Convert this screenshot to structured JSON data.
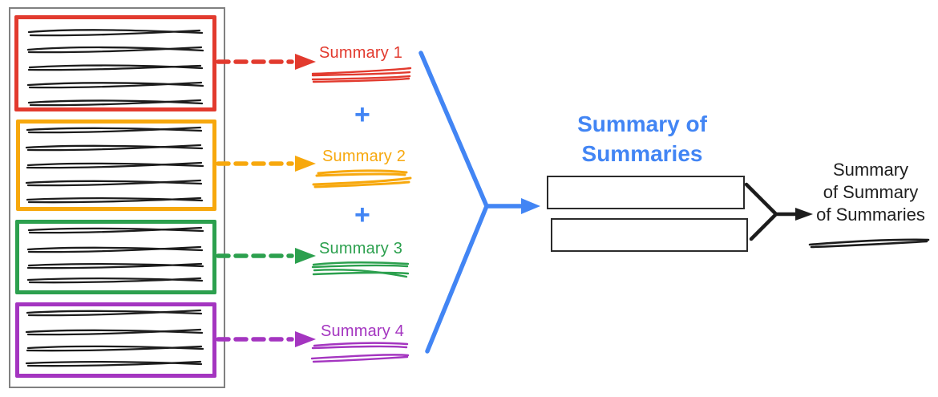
{
  "colors": {
    "red": "#E23A2E",
    "orange": "#F7A80D",
    "green": "#2CA04E",
    "purple": "#A435C0",
    "blue": "#4285F4",
    "ink": "#1C1C1C",
    "panel_border": "#808080"
  },
  "documents_panel": {
    "sections": [
      {
        "color_name": "red",
        "color": "#E23A2E",
        "line_count": 5
      },
      {
        "color_name": "orange",
        "color": "#F7A80D",
        "line_count": 5
      },
      {
        "color_name": "green",
        "color": "#2CA04E",
        "line_count": 4
      },
      {
        "color_name": "purple",
        "color": "#A435C0",
        "line_count": 4
      }
    ]
  },
  "summaries": [
    {
      "label": "Summary 1",
      "color": "#E23A2E"
    },
    {
      "label": "Summary 2",
      "color": "#F7A80D"
    },
    {
      "label": "Summary 3",
      "color": "#2CA04E"
    },
    {
      "label": "Summary 4",
      "color": "#A435C0"
    }
  ],
  "operators": {
    "plus": "+"
  },
  "summary_of_summaries": {
    "title": "Summary of Summaries",
    "box_count": 2
  },
  "final_summary": {
    "lines": [
      "Summary",
      "of Summary",
      "of Summaries"
    ]
  }
}
